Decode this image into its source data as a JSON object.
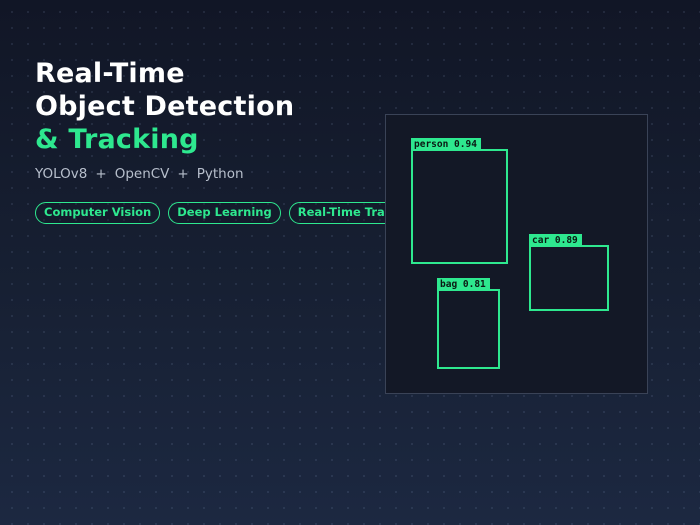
{
  "colors": {
    "accent": "#2ee88f",
    "background_top": "#111626",
    "background_bottom": "#1c2841"
  },
  "header": {
    "title_line1": "Real-Time",
    "title_line2": "Object Detection",
    "title_line3": "& Tracking"
  },
  "subtitle": {
    "items": [
      "YOLOv8",
      "OpenCV",
      "Python"
    ],
    "separator": "+"
  },
  "tags": [
    "Computer Vision",
    "Deep Learning",
    "Real-Time Tracking"
  ],
  "detection": {
    "boxes": [
      {
        "label": "person 0.94"
      },
      {
        "label": "car 0.89"
      },
      {
        "label": "bag 0.81"
      }
    ]
  }
}
